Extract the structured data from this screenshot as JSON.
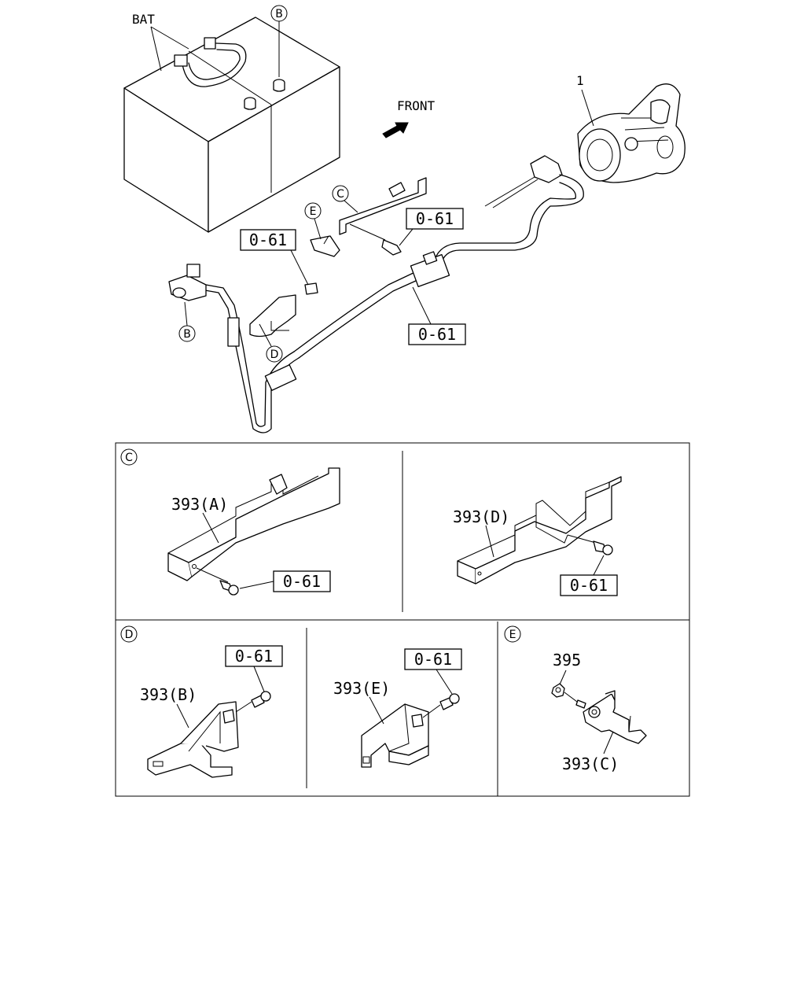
{
  "main": {
    "bat_label": "BAT",
    "front_label": "FRONT",
    "part_1": "1",
    "ref_b": "B",
    "ref_c": "C",
    "ref_d": "D",
    "ref_e": "E",
    "ref_0_61": "0-61"
  },
  "detail_c": {
    "ref": "C",
    "left_part": "393(A)",
    "right_part": "393(D)",
    "ref_0_61": "0-61"
  },
  "detail_d": {
    "ref": "D",
    "left_part": "393(B)",
    "right_part": "393(E)",
    "ref_0_61": "0-61"
  },
  "detail_e": {
    "ref": "E",
    "nut_part": "395",
    "bracket_part": "393(C)"
  }
}
